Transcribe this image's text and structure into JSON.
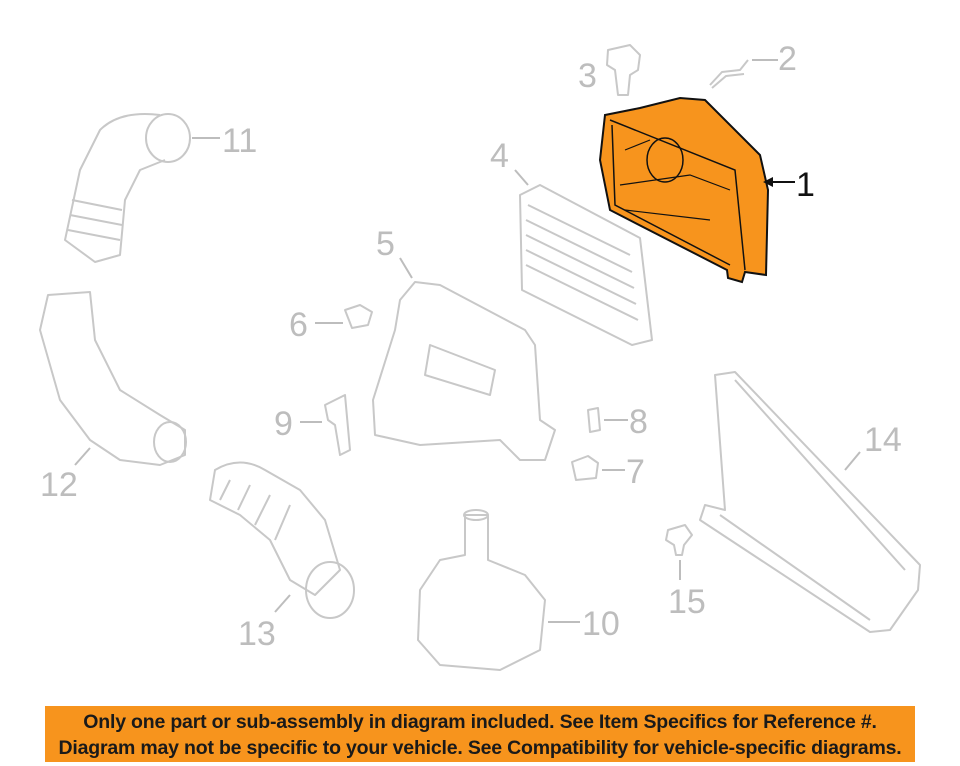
{
  "diagram": {
    "highlight_color": "#f7941d",
    "part_outline_color": "#c8c8c8",
    "highlighted_part": "1",
    "callouts": [
      "1",
      "2",
      "3",
      "4",
      "5",
      "6",
      "7",
      "8",
      "9",
      "10",
      "11",
      "12",
      "13",
      "14",
      "15"
    ]
  },
  "banner": {
    "line1": "Only one part or sub-assembly in diagram included. See Item Specifics for Reference #.",
    "line2": "Diagram may not be specific to your vehicle. See Compatibility for vehicle-specific diagrams."
  }
}
